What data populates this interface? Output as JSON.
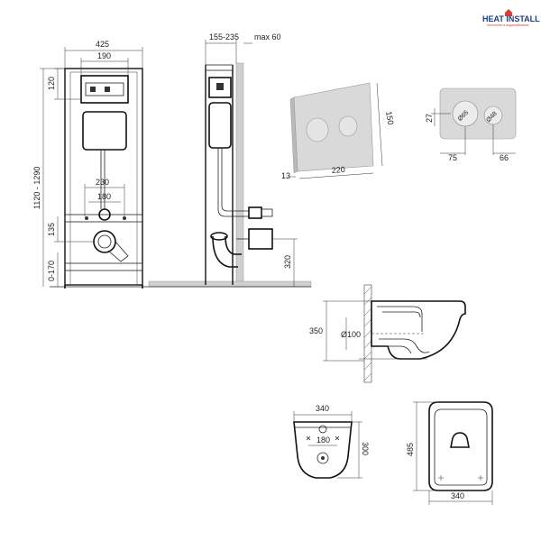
{
  "brand": {
    "name": "HEAT INSTALL",
    "tagline": "отопление и водоснабжение",
    "accent": "#1f3d8f",
    "accent2": "#e23b2e"
  },
  "front_view": {
    "width_total": "425",
    "width_top": "190",
    "height_top": "120",
    "height_total": "1120 - 1290",
    "width_mid": "230",
    "width_inner": "180",
    "height_mid": "135",
    "height_bottom": "0-170"
  },
  "side_view": {
    "depth": "155-235",
    "max_offset": "max 60",
    "drain_height": "320"
  },
  "button_plate": {
    "depth": "13",
    "width": "220",
    "height": "150"
  },
  "button_front": {
    "offset": "27",
    "diameter_large": "Ø65",
    "diameter_small": "Ø48",
    "spacing_left": "75",
    "spacing_right": "66"
  },
  "bowl_side": {
    "height": "350",
    "outlet": "Ø100"
  },
  "bowl_back": {
    "width": "340",
    "bolt_spacing": "180",
    "depth": "300"
  },
  "bowl_top": {
    "length": "485",
    "width": "340"
  }
}
